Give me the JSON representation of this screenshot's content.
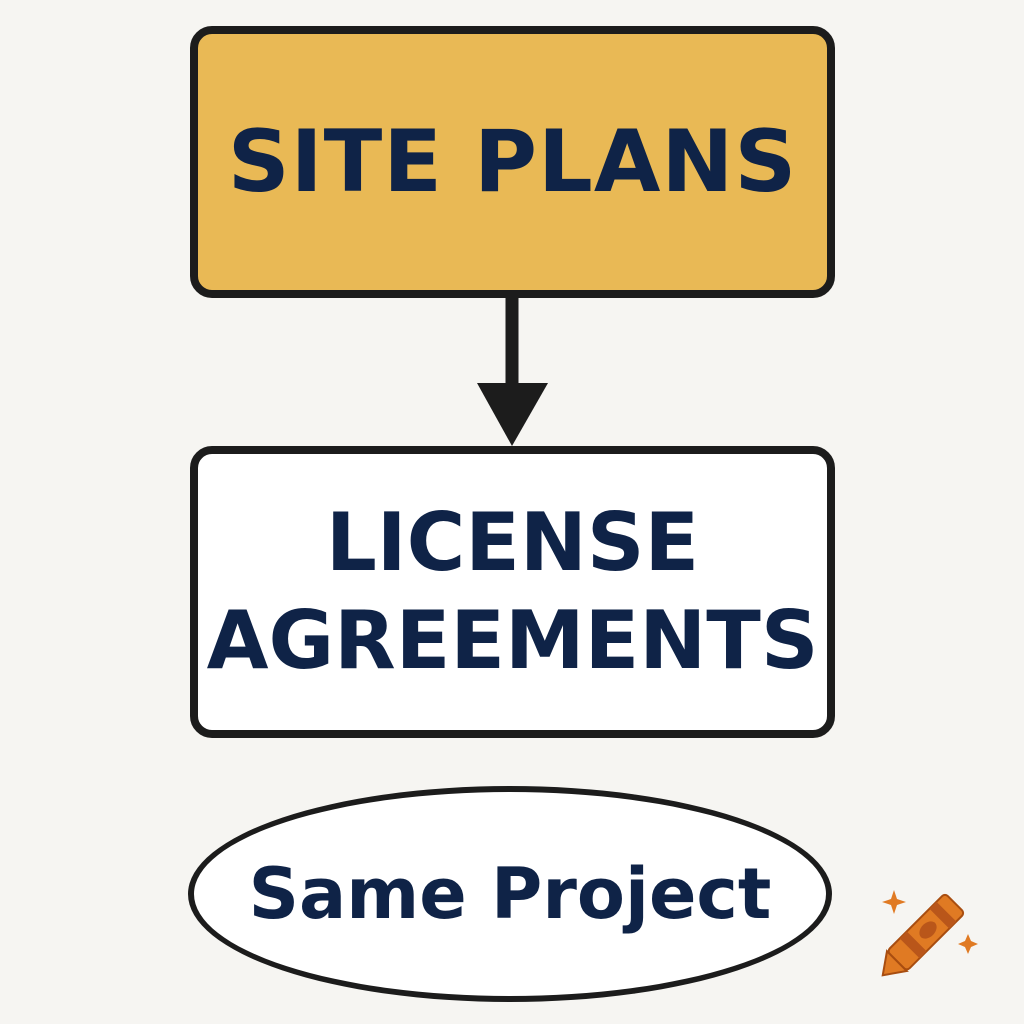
{
  "nodes": {
    "top": {
      "label": "SITE PLANS"
    },
    "middle": {
      "lines": [
        "LICENSE",
        "AGREEMENTS"
      ]
    },
    "bottom": {
      "label": "Same Project"
    }
  },
  "edges": [
    {
      "from": "top",
      "to": "middle",
      "style": "arrow"
    }
  ],
  "colors": {
    "top_fill": "#e9b955",
    "middle_fill": "#ffffff",
    "bottom_fill": "#ffffff",
    "text": "#0f2347",
    "outline": "#1c1c1c",
    "background": "#f6f5f2",
    "crayon": "#e07a23"
  },
  "decorations": {
    "watermark_icon": "crayon-sparkle-icon"
  }
}
